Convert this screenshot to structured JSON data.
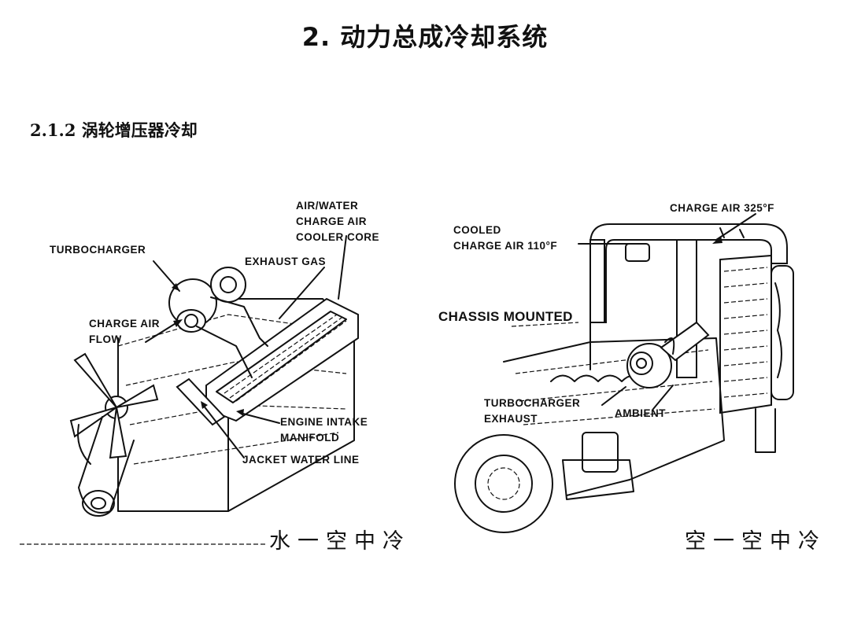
{
  "page": {
    "title": "2. 动力总成冷却系统",
    "subtitle": "2.1.2  涡轮增压器冷却"
  },
  "left_diagram": {
    "labels": {
      "turbocharger": "TURBOCHARGER",
      "charge_air_flow": "CHARGE AIR\nFLOW",
      "air_water_core": "AIR/WATER\nCHARGE AIR\nCOOLER CORE",
      "exhaust_gas": "EXHAUST GAS",
      "engine_intake": "ENGINE INTAKE\nMANIFOLD",
      "jacket_water": "JACKET WATER LINE"
    },
    "caption": "水一空中冷"
  },
  "right_diagram": {
    "labels": {
      "cooled_air": "COOLED\nCHARGE AIR 110°F",
      "charge_air_hot": "CHARGE AIR 325°F",
      "chassis_mounted": "CHASSIS MOUNTED",
      "turbo_exhaust": "TURBOCHARGER\nEXHAUST",
      "ambient": "AMBIENT"
    },
    "caption": "空一空中冷"
  }
}
